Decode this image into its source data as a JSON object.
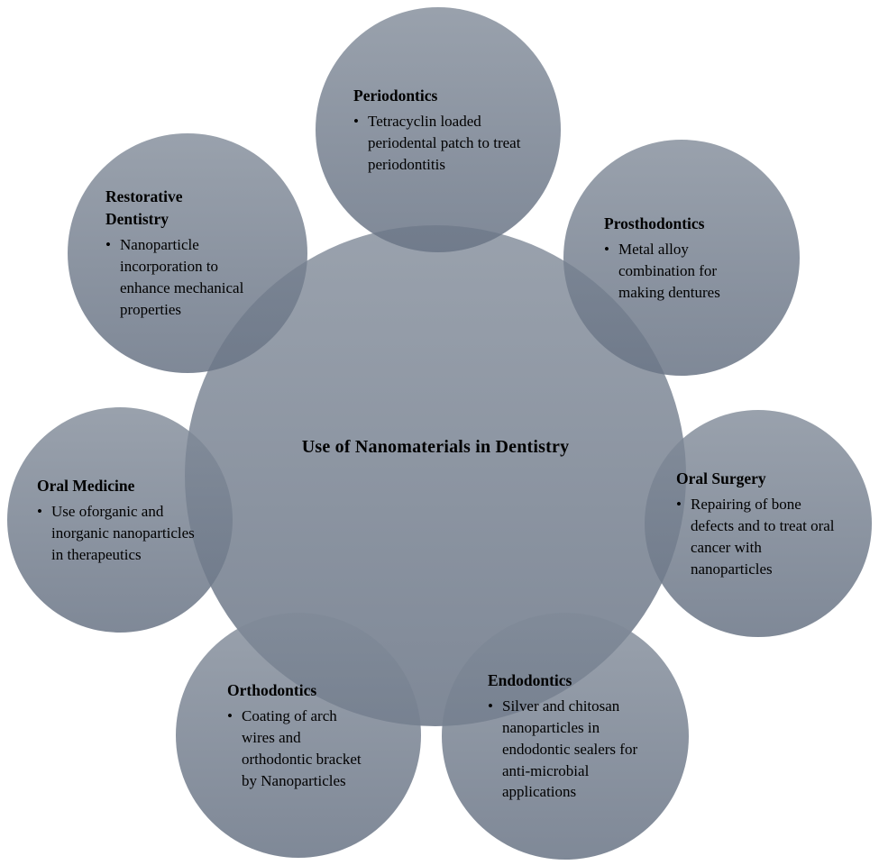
{
  "diagram": {
    "center": {
      "title": "Use of Nanomaterials in Dentistry"
    },
    "nodes": [
      {
        "id": "periodontics",
        "title": "Periodontics",
        "bullet": "Tetracyclin loaded periodental patch to treat periodontitis"
      },
      {
        "id": "prosthodontics",
        "title": "Prosthodontics",
        "bullet": "Metal alloy combination for making dentures"
      },
      {
        "id": "oral-surgery",
        "title": "Oral Surgery",
        "bullet": "Repairing of bone defects and to treat oral cancer with nanoparticles"
      },
      {
        "id": "endodontics",
        "title": "Endodontics",
        "bullet": "Silver and chitosan nanoparticles in endodontic sealers for anti-microbial applications"
      },
      {
        "id": "orthodontics",
        "title": "Orthodontics",
        "bullet": "Coating of arch wires and orthodontic bracket by Nanoparticles"
      },
      {
        "id": "oral-medicine",
        "title": "Oral Medicine",
        "bullet": "Use oforganic and inorganic nanoparticles in therapeutics"
      },
      {
        "id": "restorative-dentistry",
        "title": "Restorative Dentistry",
        "bullet": "Nanoparticle incorporation to enhance mechanical properties"
      }
    ],
    "bullet_glyph": "•",
    "colors": {
      "background": "#ffffff",
      "circle_top": "#96a0ae",
      "circle_bottom": "#7e899a",
      "text": "#000000"
    }
  }
}
